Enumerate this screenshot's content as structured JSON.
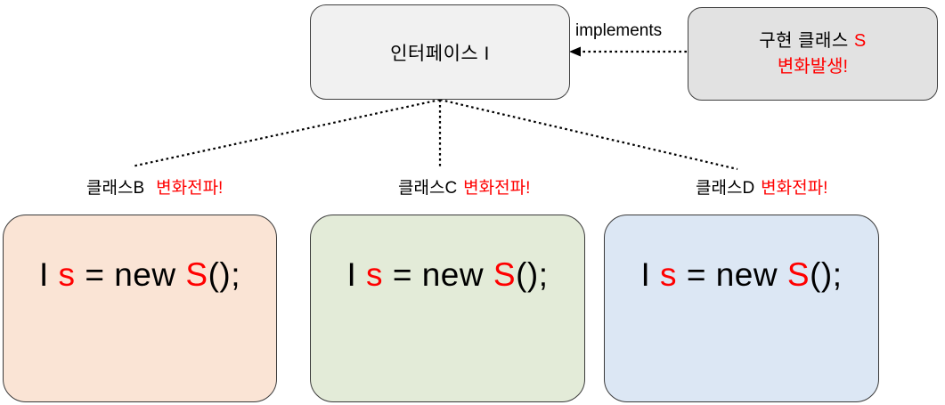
{
  "diagram": {
    "title_nodes": {
      "interface": {
        "label": "인터페이스 I",
        "fill": "#f1f1f1"
      },
      "implementation": {
        "label_prefix": "구현 클래스 ",
        "label_accent": "S",
        "sublabel": "변화발생!",
        "fill": "#e2e2e2",
        "accent_color": "#ff0000"
      }
    },
    "edges": {
      "implements_label": "implements",
      "style": "dotted",
      "arrow": "open-arrow-left"
    },
    "captions": [
      {
        "name": "클래스B",
        "warning": "변화전파!"
      },
      {
        "name": "클래스C",
        "warning": "변화전파!"
      },
      {
        "name": "클래스D",
        "warning": "변화전파!"
      }
    ],
    "code_nodes": [
      {
        "id": "b",
        "fill": "#fae4d5",
        "code": {
          "type": "I",
          "space1": " ",
          "var": "s",
          "middle": " = new ",
          "cls": "S",
          "tail": "();"
        }
      },
      {
        "id": "c",
        "fill": "#e3ebd8",
        "code": {
          "type": "I",
          "space1": " ",
          "var": "s",
          "middle": " = new ",
          "cls": "S",
          "tail": "();"
        }
      },
      {
        "id": "d",
        "fill": "#dce7f4",
        "code": {
          "type": "I",
          "space1": " ",
          "var": "s",
          "middle": " = new ",
          "cls": "S",
          "tail": "();"
        }
      }
    ],
    "colors": {
      "accent_red": "#ff0000",
      "stroke": "#3f3f3f",
      "background": "#ffffff"
    }
  }
}
